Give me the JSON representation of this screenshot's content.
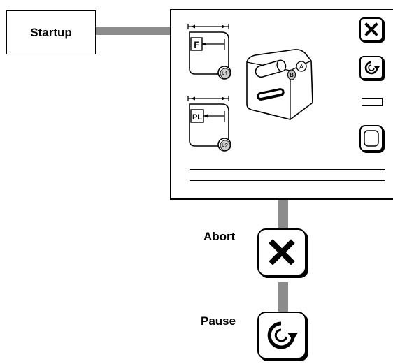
{
  "callouts": {
    "startup": "Startup",
    "abort": "Abort",
    "pause": "Pause"
  },
  "screen": {
    "step1_letter": "F",
    "step1_badge": "#1",
    "step2_letter": "PL",
    "step2_badge": "#2",
    "mech_label_a": "A",
    "mech_label_b": "B"
  },
  "icons": {
    "abort": "close-icon",
    "pause": "rotate-icon",
    "unload": "blank-key-icon"
  }
}
